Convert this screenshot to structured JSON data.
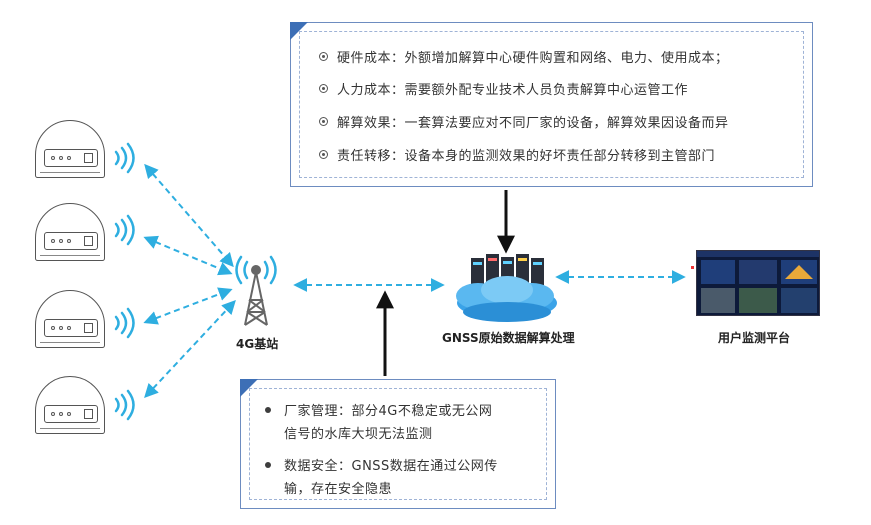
{
  "top_box": {
    "items": [
      "硬件成本：外额增加解算中心硬件购置和网络、电力、使用成本；",
      "人力成本：需要额外配专业技术人员负责解算中心运管工作",
      "解算效果：一套算法要应对不同厂家的设备，解算效果因设备而异",
      "责任转移：设备本身的监测效果的好坏责任部分转移到主管部门"
    ]
  },
  "bottom_box": {
    "items": [
      {
        "line1": "厂家管理：部分4G不稳定或无公网",
        "line2": "信号的水库大坝无法监测"
      },
      {
        "line1": "数据安全：GNSS数据在通过公网传",
        "line2": "输，存在安全隐患"
      }
    ]
  },
  "labels": {
    "tower": "4G基站",
    "server": "GNSS原始数据解算处理",
    "platform": "用户监测平台"
  },
  "colors": {
    "box_border": "#6d8cc0",
    "corner": "#3d6fb6",
    "dashed_arrow": "#2eaee0",
    "wifi": "#2eaee0"
  }
}
